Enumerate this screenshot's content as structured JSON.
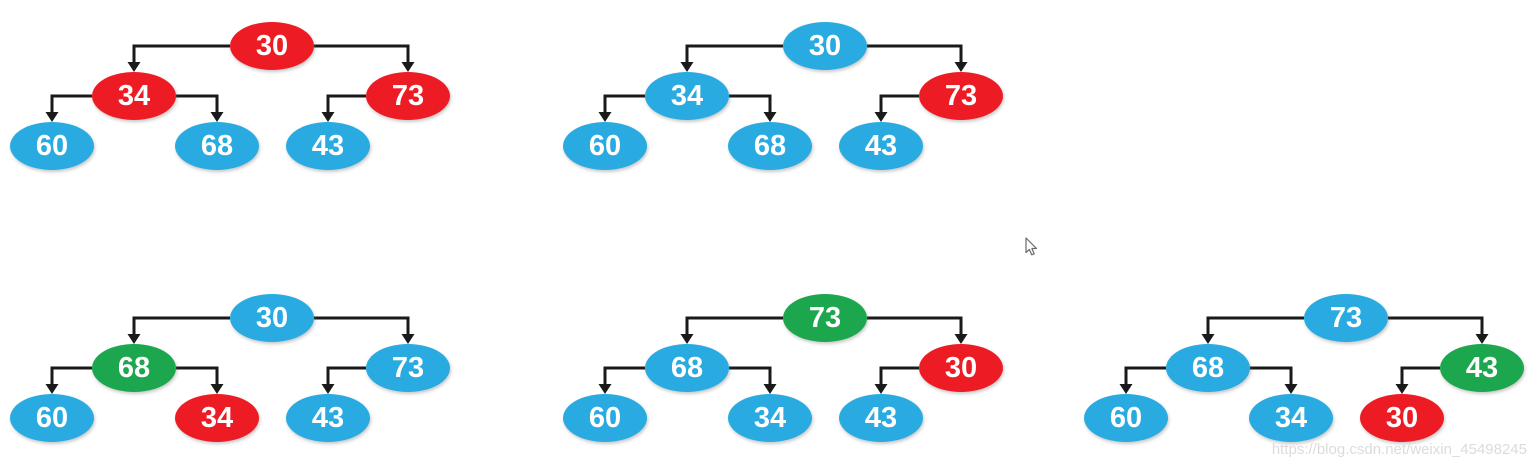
{
  "palette": {
    "red": "#ED1C24",
    "blue": "#29ABE2",
    "green": "#1CA64E",
    "edge": "#1A1A1A",
    "watermark": "#D9D9D9",
    "node_text": "#FFFFFF"
  },
  "watermark": {
    "text": "https://blog.csdn.net/weixin_45498245"
  },
  "trees": [
    {
      "nodes": {
        "root": {
          "value": "30",
          "color": "red"
        },
        "left": {
          "value": "34",
          "color": "red"
        },
        "right": {
          "value": "73",
          "color": "red"
        },
        "left_left": {
          "value": "60",
          "color": "blue"
        },
        "left_right": {
          "value": "68",
          "color": "blue"
        },
        "right_left": {
          "value": "43",
          "color": "blue"
        }
      }
    },
    {
      "nodes": {
        "root": {
          "value": "30",
          "color": "blue"
        },
        "left": {
          "value": "34",
          "color": "blue"
        },
        "right": {
          "value": "73",
          "color": "red"
        },
        "left_left": {
          "value": "60",
          "color": "blue"
        },
        "left_right": {
          "value": "68",
          "color": "blue"
        },
        "right_left": {
          "value": "43",
          "color": "blue"
        }
      }
    },
    {
      "nodes": {
        "root": {
          "value": "30",
          "color": "blue"
        },
        "left": {
          "value": "68",
          "color": "green"
        },
        "right": {
          "value": "73",
          "color": "blue"
        },
        "left_left": {
          "value": "60",
          "color": "blue"
        },
        "left_right": {
          "value": "34",
          "color": "red"
        },
        "right_left": {
          "value": "43",
          "color": "blue"
        }
      }
    },
    {
      "nodes": {
        "root": {
          "value": "73",
          "color": "green"
        },
        "left": {
          "value": "68",
          "color": "blue"
        },
        "right": {
          "value": "30",
          "color": "red"
        },
        "left_left": {
          "value": "60",
          "color": "blue"
        },
        "left_right": {
          "value": "34",
          "color": "blue"
        },
        "right_left": {
          "value": "43",
          "color": "blue"
        }
      }
    },
    {
      "nodes": {
        "root": {
          "value": "73",
          "color": "blue"
        },
        "left": {
          "value": "68",
          "color": "blue"
        },
        "right": {
          "value": "43",
          "color": "green"
        },
        "left_left": {
          "value": "60",
          "color": "blue"
        },
        "left_right": {
          "value": "34",
          "color": "blue"
        },
        "right_left": {
          "value": "30",
          "color": "red"
        }
      }
    }
  ]
}
